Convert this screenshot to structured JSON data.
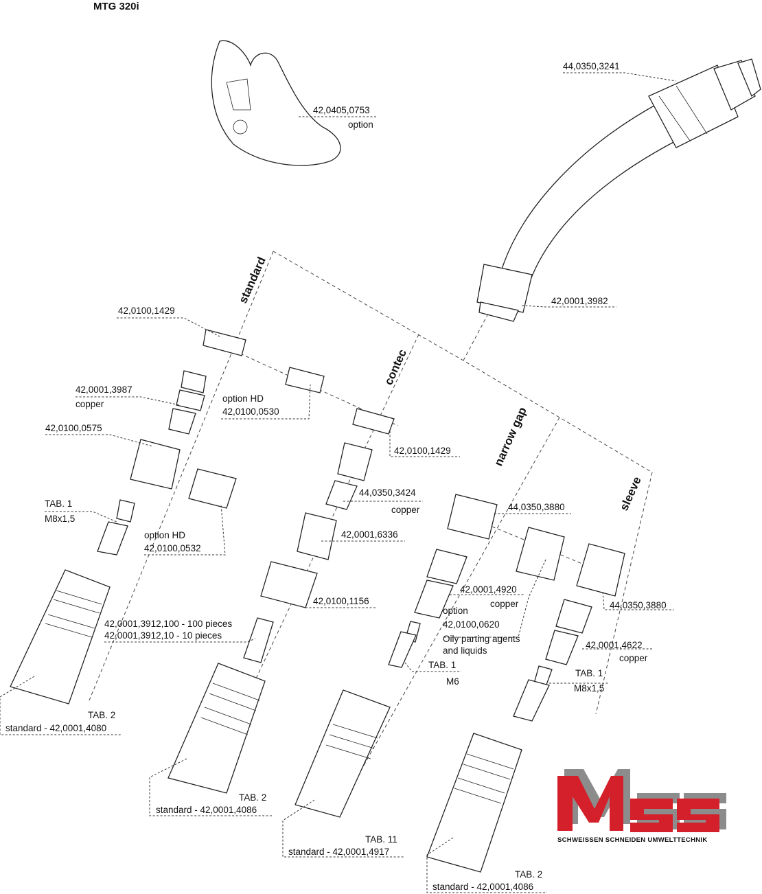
{
  "title": "MTG 320i",
  "sections": {
    "standard": "standard",
    "contec": "contec",
    "narrow_gap": "narrow gap",
    "sleeve": "sleeve"
  },
  "labels": {
    "p_0753_a": "42,0405,0753",
    "p_0753_b": "option",
    "p_3241": "44,0350,3241",
    "p_3982": "42,0001,3982",
    "p_1429_a": "42,0100,1429",
    "p_3987_a": "42,0001,3987",
    "p_3987_b": "copper",
    "p_0530_a": "option HD",
    "p_0530_b": "42,0100,0530",
    "p_1429_b": "42,0100,1429",
    "p_0575": "42,0100,0575",
    "tab1_a": "TAB. 1",
    "tab1_b": "M8x1,5",
    "p_0532_a": "option HD",
    "p_0532_b": "42,0100,0532",
    "p_3424_a": "44,0350,3424",
    "p_3424_b": "copper",
    "p_6336": "42,0001,6336",
    "p_1156": "42,0100,1156",
    "p_3912_a": "42,0001,3912,100 - 100 pieces",
    "p_3912_b": "42,0001,3912,10   - 10 pieces",
    "tab2_std_a": "TAB. 2",
    "tab2_std_b": "standard - 42,0001,4080",
    "tab2_contec_a": "TAB. 2",
    "tab2_contec_b": "standard - 42,0001,4086",
    "p_3880_a": "44,0350,3880",
    "p_4920_a": "42,0001,4920",
    "p_4920_b": "copper",
    "p_0620_a": "option",
    "p_0620_b": "42,0100,0620",
    "p_0620_c": "Oily parting agents",
    "p_0620_d": "and liquids",
    "tab1_ng_a": "TAB. 1",
    "tab1_ng_b": "M6",
    "tab11_a": "TAB. 11",
    "tab11_b": "standard - 42,0001,4917",
    "p_3880_b": "44,0350,3880",
    "p_4622_a": "42,0001,4622",
    "p_4622_b": "copper",
    "tab1_sl_a": "TAB. 1",
    "tab1_sl_b": "M8x1,5",
    "tab2_sl_a": "TAB. 2",
    "tab2_sl_b": "standard - 42,0001,4086"
  },
  "logo": {
    "text": "SCHWEISSEN SCHNEIDEN UMWELTTECHNIK",
    "brand_red": "#d4202a",
    "brand_grey": "#8c8c8c"
  }
}
